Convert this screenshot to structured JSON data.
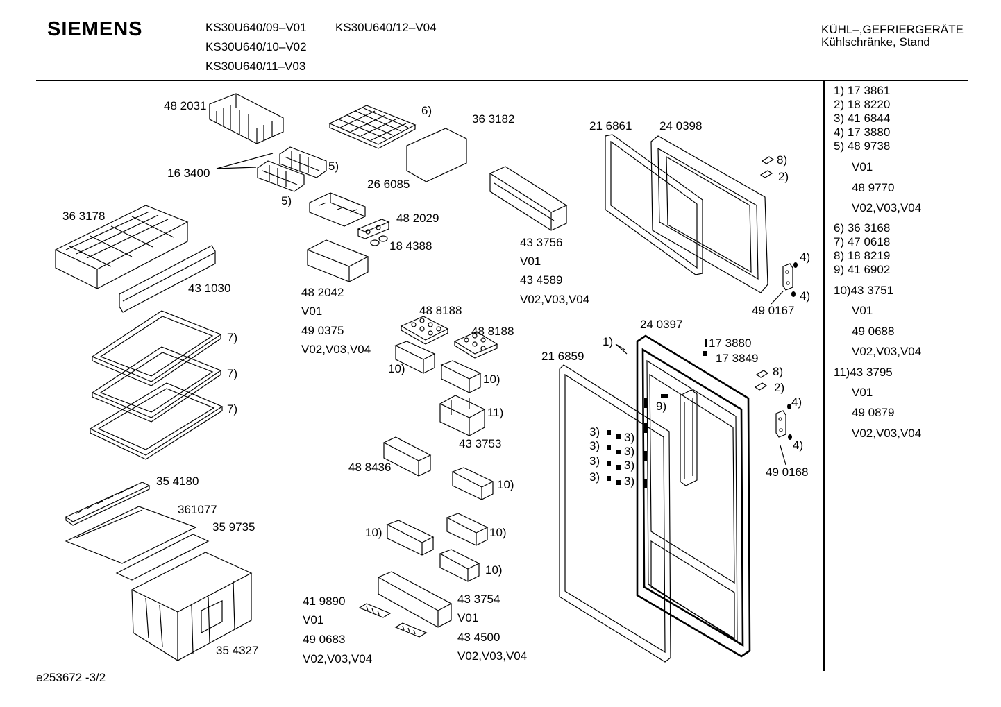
{
  "header": {
    "brand": "SIEMENS",
    "models": [
      "KS30U640/09–V01",
      "KS30U640/12–V04",
      "KS30U640/10–V02",
      "KS30U640/11–V03"
    ],
    "category_line1": "KÜHL–,GEFRIERGERÄTE",
    "category_line2": "Kühlschränke, Stand"
  },
  "labels": {
    "p482031": "48 2031",
    "p163400": "16 3400",
    "n5a": "5)",
    "n5b": "5)",
    "n6": "6)",
    "p363182": "36 3182",
    "p266085": "26 6085",
    "p482029": "48 2029",
    "p184388": "18 4388",
    "p363178": "36 3178",
    "p431030": "43 1030",
    "p482042": "48 2042",
    "v01_a": "V01",
    "p490375": "49 0375",
    "v020304_a": "V02,V03,V04",
    "p433756": "43 3756",
    "v01_b": "V01",
    "p434589": "43 4589",
    "v020304_b": "V02,V03,V04",
    "p216861": "21 6861",
    "p240398": "24 0398",
    "n8a": "8)",
    "n2a": "2)",
    "n4a": "4)",
    "n4b": "4)",
    "p490167": "49 0167",
    "n7a": "7)",
    "n7b": "7)",
    "n7c": "7)",
    "p488188a": "48 8188",
    "p488188b": "48 8188",
    "n10a": "10)",
    "n10b": "10)",
    "n11": "11)",
    "p433753": "43 3753",
    "p488436": "48 8436",
    "n10c": "10)",
    "n10d": "10)",
    "n10e": "10)",
    "n10f": "10)",
    "p240397": "24 0397",
    "n1": "1)",
    "p173880": "17 3880",
    "p173849": "17 3849",
    "p216859": "21 6859",
    "n8b": "8)",
    "n2b": "2)",
    "n9": "9)",
    "n4c": "4)",
    "n4d": "4)",
    "p490168": "49 0168",
    "n3_1": "3)",
    "n3_2": "3)",
    "n3_3": "3)",
    "n3_4": "3)",
    "n3_5": "3)",
    "n3_6": "3)",
    "n3_7": "3)",
    "n3_8": "3)",
    "p354180": "35 4180",
    "p361077": "361077",
    "p359735": "35 9735",
    "p354327": "35 4327",
    "p419890": "41 9890",
    "v01_c": "V01",
    "p490683": "49 0683",
    "v020304_c": "V02,V03,V04",
    "p433754": "43 3754",
    "v01_d": "V01",
    "p434500": "43 4500",
    "v020304_d": "V02,V03,V04"
  },
  "legend": [
    "1)  17 3861",
    "2)  18 8220",
    "3)  41 6844",
    "4)  17 3880",
    "5)  48 9738",
    "V01",
    "48 9770",
    "V02,V03,V04",
    "6)  36 3168",
    "7)  47 0618",
    "8)  18 8219",
    "9)  41 6902",
    "10)43 3751",
    "V01",
    "49 0688",
    "V02,V03,V04",
    "11)43 3795",
    "V01",
    "49 0879",
    "V02,V03,V04"
  ],
  "footer": "e253672 -3/2"
}
